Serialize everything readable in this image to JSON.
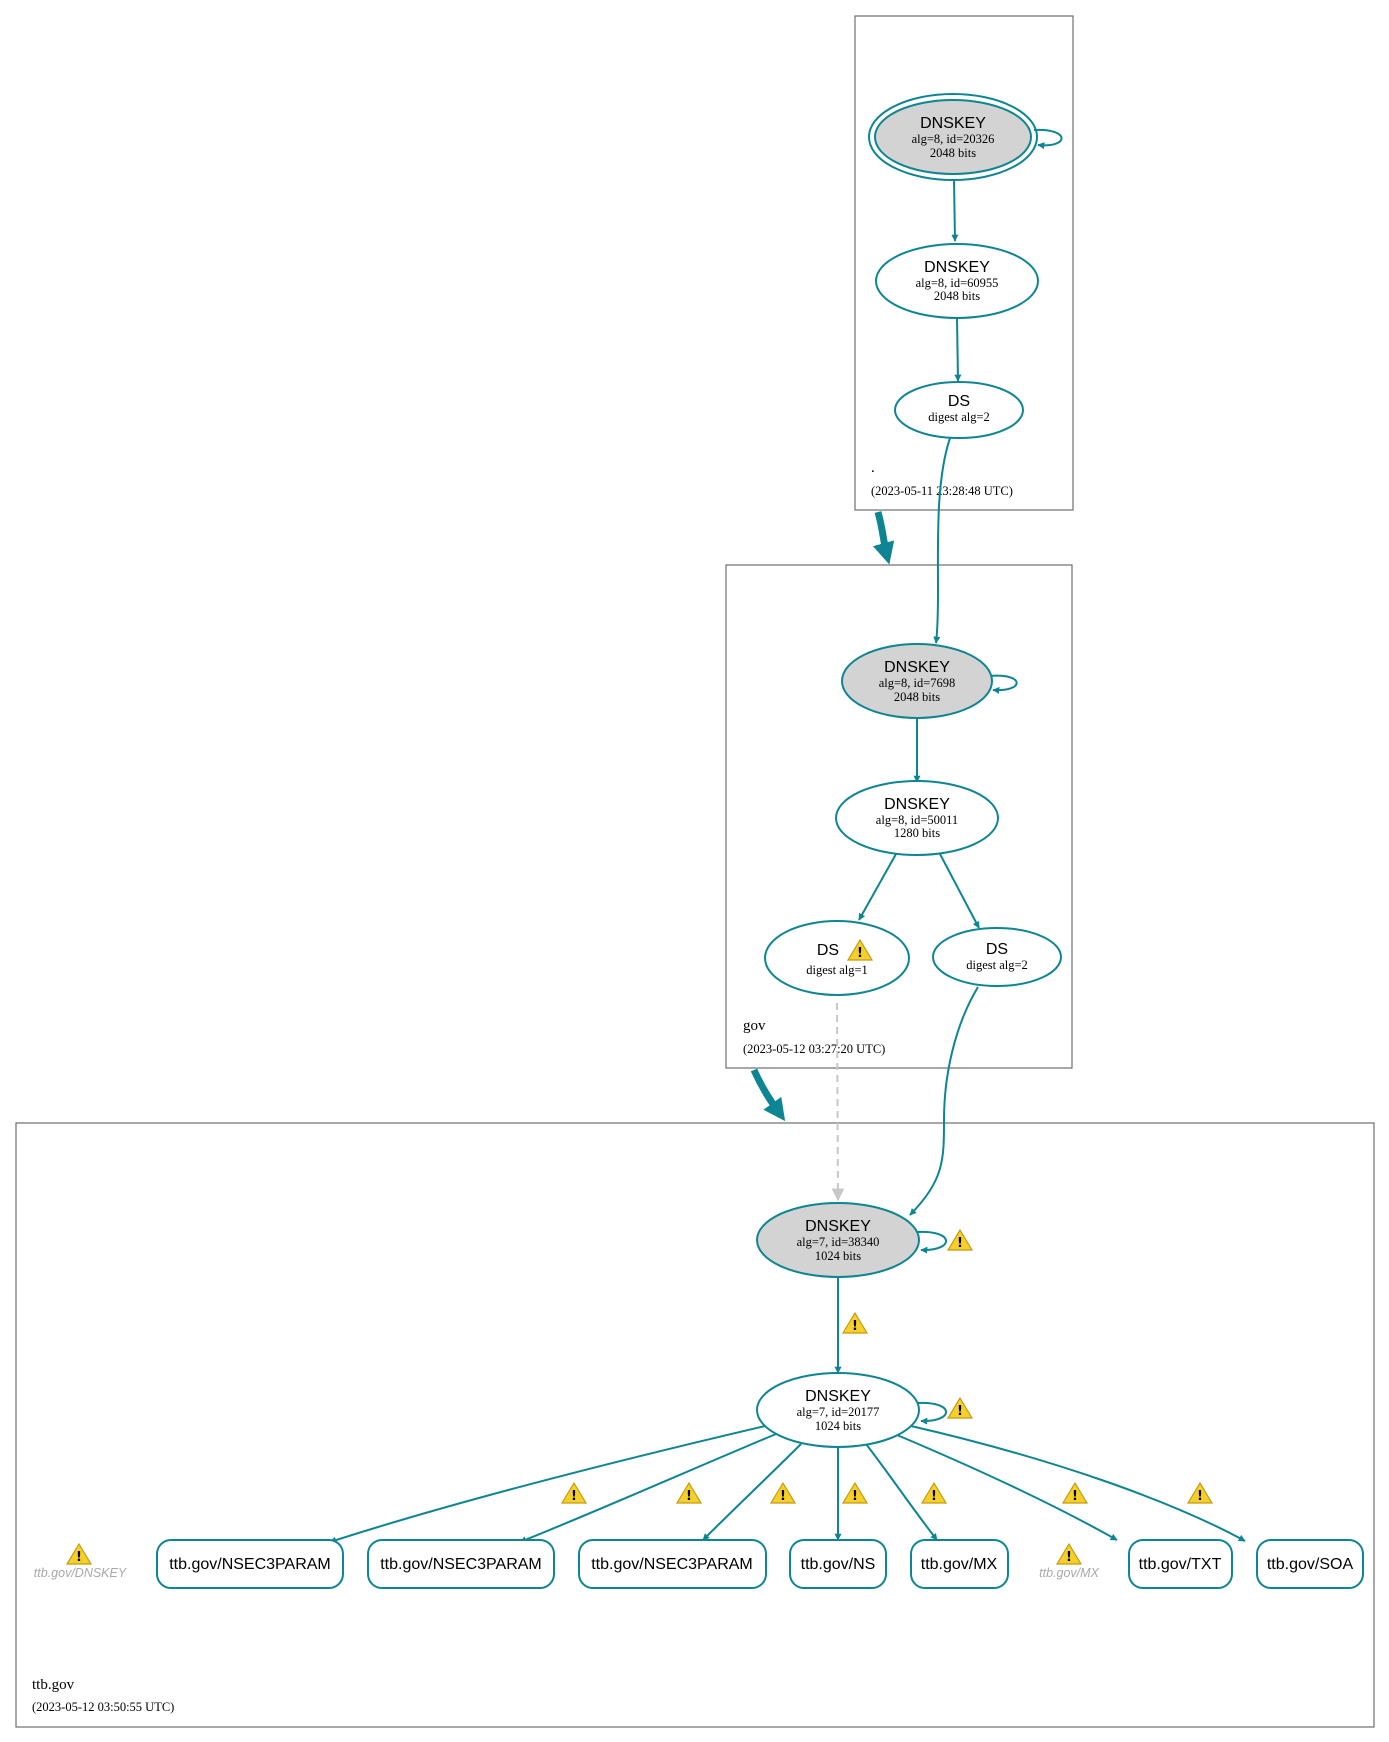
{
  "zones": {
    "root": {
      "name": ".",
      "timestamp": "(2023-05-11 23:28:48 UTC)"
    },
    "gov": {
      "name": "gov",
      "timestamp": "(2023-05-12 03:27:20 UTC)"
    },
    "ttb": {
      "name": "ttb.gov",
      "timestamp": "(2023-05-12 03:50:55 UTC)"
    }
  },
  "nodes": {
    "root_ksk": {
      "title": "DNSKEY",
      "line1": "alg=8, id=20326",
      "line2": "2048 bits"
    },
    "root_zsk": {
      "title": "DNSKEY",
      "line1": "alg=8, id=60955",
      "line2": "2048 bits"
    },
    "root_ds": {
      "title": "DS",
      "line1": "digest alg=2"
    },
    "gov_ksk": {
      "title": "DNSKEY",
      "line1": "alg=8, id=7698",
      "line2": "2048 bits"
    },
    "gov_zsk": {
      "title": "DNSKEY",
      "line1": "alg=8, id=50011",
      "line2": "1280 bits"
    },
    "gov_ds1": {
      "title": "DS",
      "line1": "digest alg=1"
    },
    "gov_ds2": {
      "title": "DS",
      "line1": "digest alg=2"
    },
    "ttb_ksk": {
      "title": "DNSKEY",
      "line1": "alg=7, id=38340",
      "line2": "1024 bits"
    },
    "ttb_zsk": {
      "title": "DNSKEY",
      "line1": "alg=7, id=20177",
      "line2": "1024 bits"
    }
  },
  "rrsets": [
    "ttb.gov/NSEC3PARAM",
    "ttb.gov/NSEC3PARAM",
    "ttb.gov/NSEC3PARAM",
    "ttb.gov/NS",
    "ttb.gov/MX",
    "ttb.gov/TXT",
    "ttb.gov/SOA"
  ],
  "ghost_rrsets": [
    "ttb.gov/DNSKEY",
    "ttb.gov/MX"
  ],
  "colors": {
    "edge": "#0e8592",
    "secure_entry_fill": "#d3d3d3",
    "insecure_edge": "#c8c8c8",
    "warning": "#f5cf2b",
    "zone_border": "#6e6e6e"
  }
}
